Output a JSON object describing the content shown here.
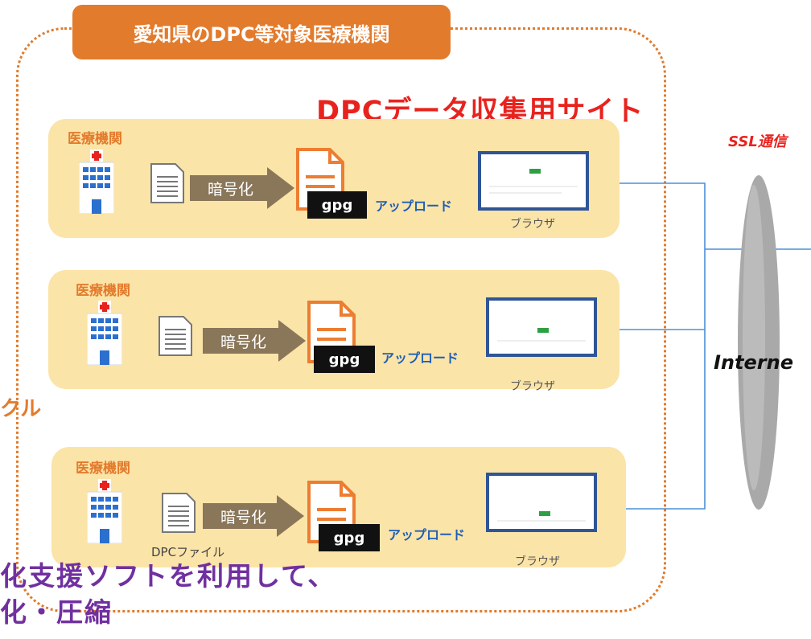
{
  "header": {
    "title": "愛知県のDPC等対象医療機関"
  },
  "site_title": "DPCデータ収集用サイト",
  "ssl_label": "SSL通信",
  "internet_label": "Interne",
  "cycle_fragment": "クル",
  "bottom_text": {
    "line1": "化支援ソフトを利用して、",
    "line2": "化・圧縮"
  },
  "rows": [
    {
      "institution": "医療機関",
      "encrypt": "暗号化",
      "gpg": "gpg",
      "upload": "アップロード",
      "browser": "ブラウザ",
      "file_label": ""
    },
    {
      "institution": "医療機関",
      "encrypt": "暗号化",
      "gpg": "gpg",
      "upload": "アップロード",
      "browser": "ブラウザ",
      "file_label": ""
    },
    {
      "institution": "医療機関",
      "encrypt": "暗号化",
      "gpg": "gpg",
      "upload": "アップロード",
      "browser": "ブラウザ",
      "file_label": "DPCファイル"
    }
  ],
  "colors": {
    "accent_orange": "#e37b2d",
    "band": "#fbe4a8",
    "red": "#e8231e",
    "purple": "#7030a0",
    "link_blue": "#1f5fb4"
  }
}
